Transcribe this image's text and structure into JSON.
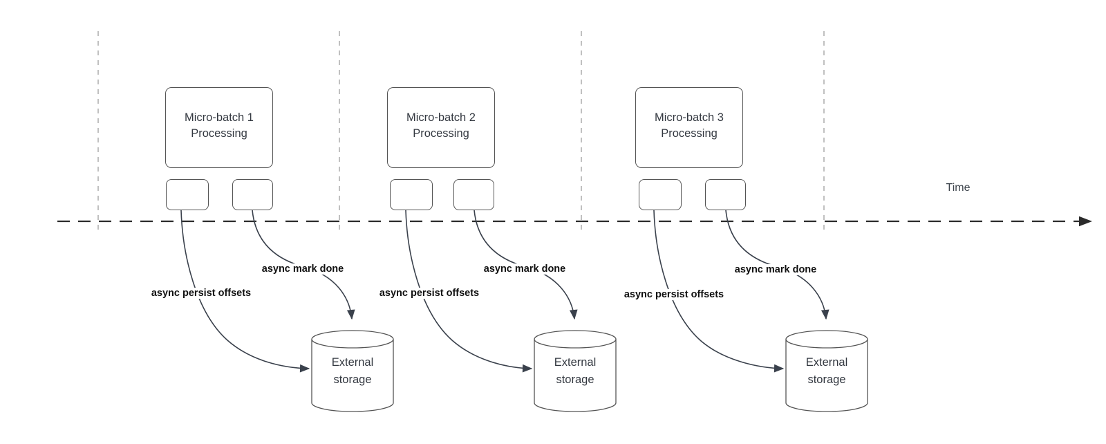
{
  "colors": {
    "border": "#545454",
    "text": "#333840",
    "label": "#101010",
    "arrow": "#3a414c",
    "timeline": "#2b2b2b",
    "grid": "#a6a6a6",
    "background": "#ffffff"
  },
  "timeline": {
    "label": "Time"
  },
  "batches": [
    {
      "title_line1": "Micro-batch 1",
      "title_line2": "Processing",
      "persist_label": "async persist offsets",
      "done_label": "async mark done",
      "storage": {
        "line1": "External",
        "line2": "storage"
      }
    },
    {
      "title_line1": "Micro-batch 2",
      "title_line2": "Processing",
      "persist_label": "async persist offsets",
      "done_label": "async mark done",
      "storage": {
        "line1": "External",
        "line2": "storage"
      }
    },
    {
      "title_line1": "Micro-batch 3",
      "title_line2": "Processing",
      "persist_label": "async persist offsets",
      "done_label": "async mark done",
      "storage": {
        "line1": "External",
        "line2": "storage"
      }
    }
  ]
}
